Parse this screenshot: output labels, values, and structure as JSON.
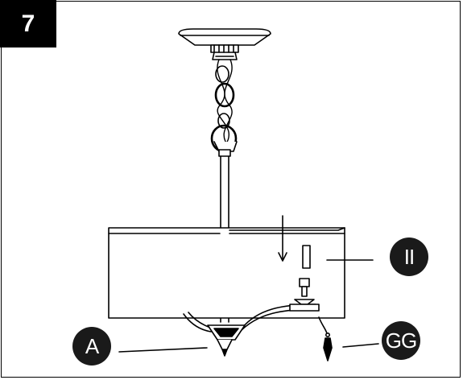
{
  "step": {
    "number": "7"
  },
  "callouts": {
    "shade": "II",
    "finial": "A",
    "crystal": "GG"
  }
}
